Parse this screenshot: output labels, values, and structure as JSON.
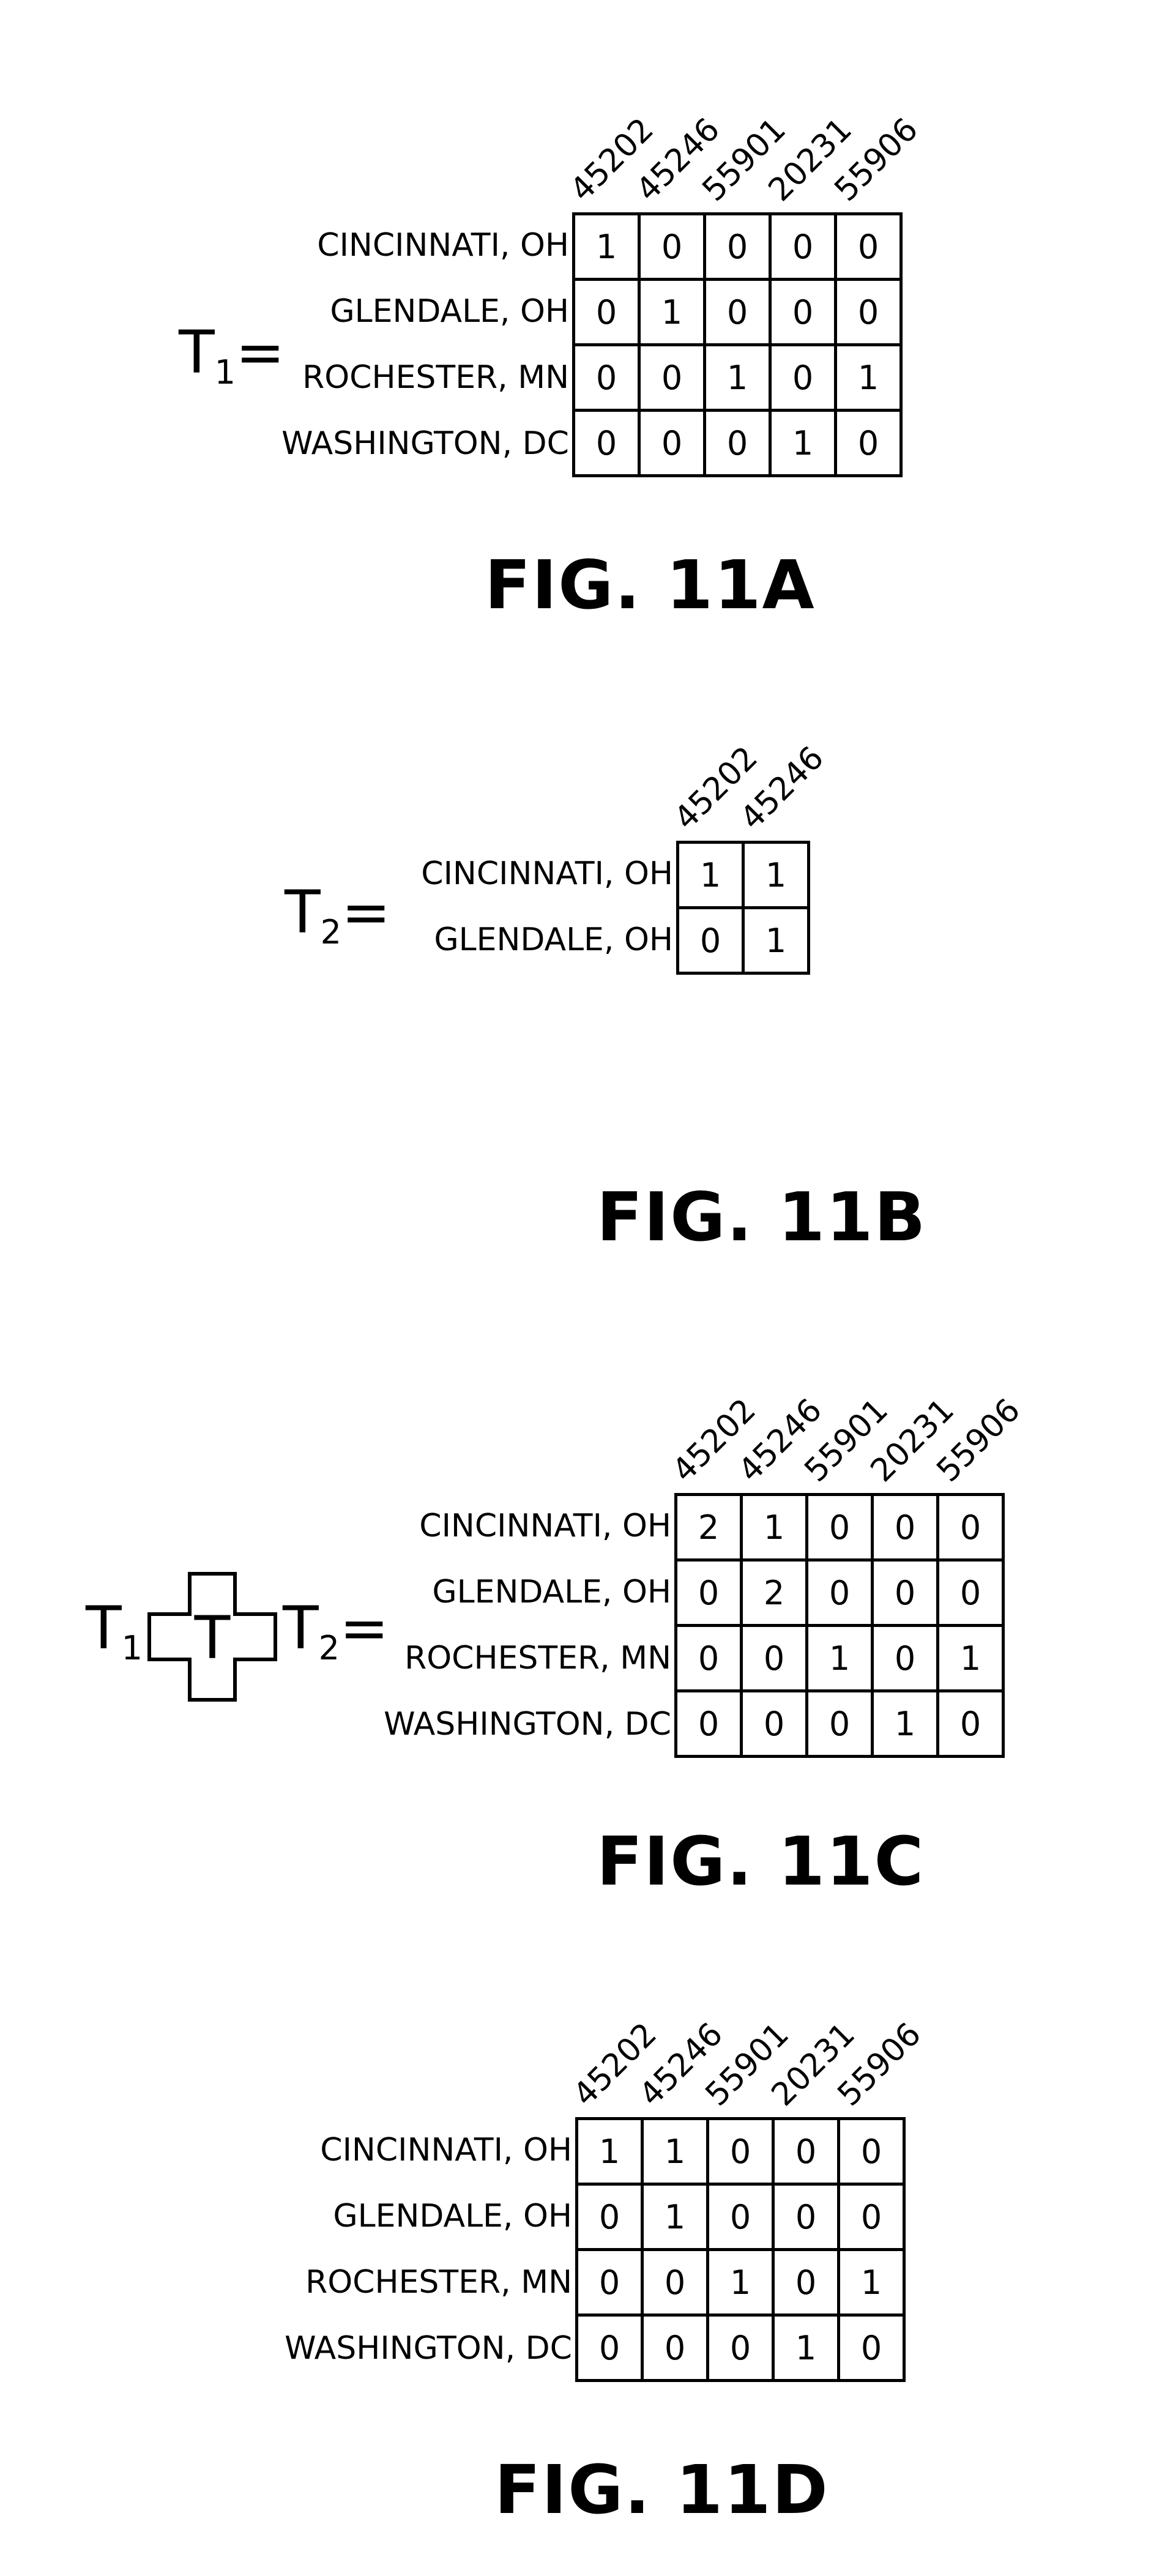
{
  "figures": [
    {
      "id": "11A",
      "caption": "FIG. 11A",
      "label": {
        "base": "T",
        "sub": "1",
        "suffix": "="
      },
      "columns": [
        "45202",
        "45246",
        "55901",
        "20231",
        "55906"
      ],
      "rows": [
        "CINCINNATI, OH",
        "GLENDALE, OH",
        "ROCHESTER, MN",
        "WASHINGTON, DC"
      ],
      "cells": [
        [
          "1",
          "0",
          "0",
          "0",
          "0"
        ],
        [
          "0",
          "1",
          "0",
          "0",
          "0"
        ],
        [
          "0",
          "0",
          "1",
          "0",
          "1"
        ],
        [
          "0",
          "0",
          "0",
          "1",
          "0"
        ]
      ]
    },
    {
      "id": "11B",
      "caption": "FIG. 11B",
      "label": {
        "base": "T",
        "sub": "2",
        "suffix": "="
      },
      "columns": [
        "45202",
        "45246"
      ],
      "rows": [
        "CINCINNATI, OH",
        "GLENDALE, OH"
      ],
      "cells": [
        [
          "1",
          "1"
        ],
        [
          "0",
          "1"
        ]
      ]
    },
    {
      "id": "11C",
      "caption": "FIG. 11C",
      "label": {
        "left_base": "T",
        "left_sub": "1",
        "op_symbol": "T",
        "right_base": "T",
        "right_sub": "2",
        "suffix": "="
      },
      "columns": [
        "45202",
        "45246",
        "55901",
        "20231",
        "55906"
      ],
      "rows": [
        "CINCINNATI, OH",
        "GLENDALE, OH",
        "ROCHESTER, MN",
        "WASHINGTON, DC"
      ],
      "cells": [
        [
          "2",
          "1",
          "0",
          "0",
          "0"
        ],
        [
          "0",
          "2",
          "0",
          "0",
          "0"
        ],
        [
          "0",
          "0",
          "1",
          "0",
          "1"
        ],
        [
          "0",
          "0",
          "0",
          "1",
          "0"
        ]
      ]
    },
    {
      "id": "11D",
      "caption": "FIG. 11D",
      "columns": [
        "45202",
        "45246",
        "55901",
        "20231",
        "55906"
      ],
      "rows": [
        "CINCINNATI, OH",
        "GLENDALE, OH",
        "ROCHESTER, MN",
        "WASHINGTON, DC"
      ],
      "cells": [
        [
          "1",
          "1",
          "0",
          "0",
          "0"
        ],
        [
          "0",
          "1",
          "0",
          "0",
          "0"
        ],
        [
          "0",
          "0",
          "1",
          "0",
          "1"
        ],
        [
          "0",
          "0",
          "0",
          "1",
          "0"
        ]
      ]
    }
  ]
}
